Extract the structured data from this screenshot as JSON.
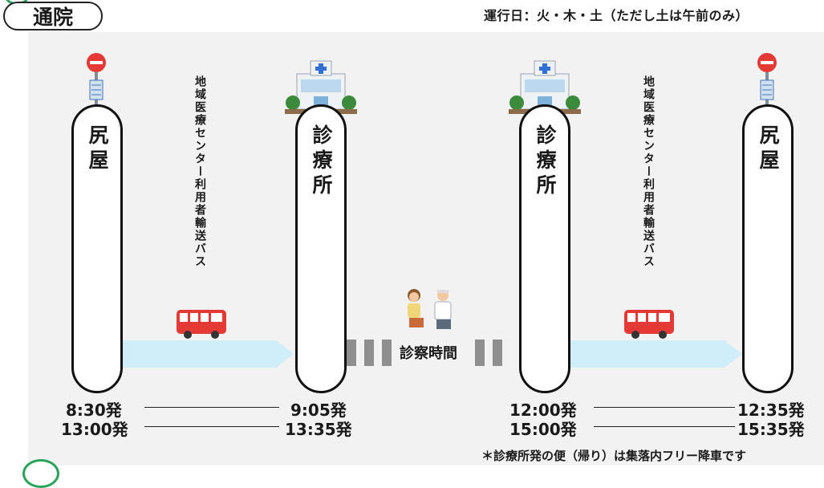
{
  "header": {
    "title": "通院",
    "schedule": "運行日：火・木・土（ただし土は午前のみ）"
  },
  "stops": {
    "left_origin": "尻屋",
    "left_clinic": "診療所",
    "right_clinic": "診療所",
    "right_origin": "尻屋"
  },
  "routes": {
    "left_bus_label": "地域医療センター利用者輸送バス",
    "right_bus_label": "地域医療センター利用者輸送バス",
    "exam_time": "診察時間"
  },
  "timetable": {
    "outbound": [
      {
        "depart": "8:30発",
        "arrive": "9:05発"
      },
      {
        "depart": "13:00発",
        "arrive": "13:35発"
      }
    ],
    "return": [
      {
        "depart": "12:00発",
        "arrive": "12:35発"
      },
      {
        "depart": "15:00発",
        "arrive": "15:35発"
      }
    ]
  },
  "footer": {
    "note": "＊診療所発の便（帰り）は集落内フリー降車です"
  },
  "colors": {
    "arrow": "#cfeefa",
    "bus": "#e53935",
    "accent_green": "#27a35a",
    "dashes": "#8f8f8f"
  }
}
